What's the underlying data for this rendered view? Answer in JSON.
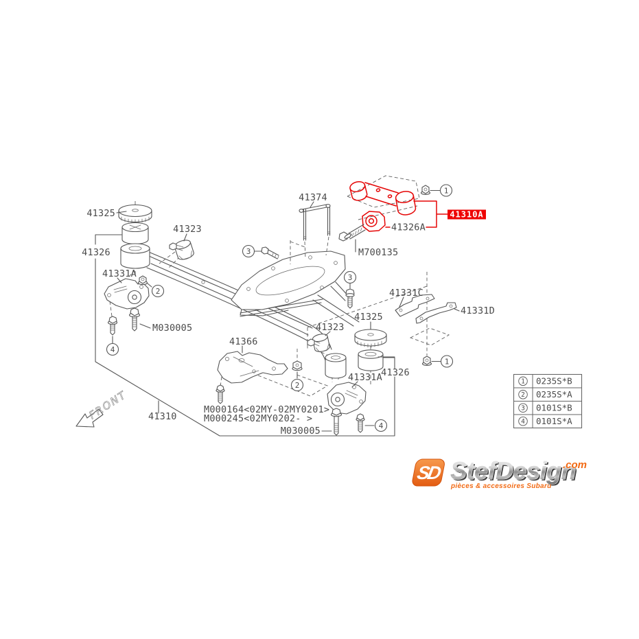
{
  "palette": {
    "line": "#555555",
    "text": "#4a4a4a",
    "highlight_red": "#ee0505",
    "logo_orange": "#f26a14"
  },
  "diagram": {
    "front_label": "FRONT",
    "labels": {
      "l41325_top": "41325",
      "l41323_top": "41323",
      "l41326_left": "41326",
      "l41331a_left": "41331A",
      "lm030005_left": "M030005",
      "l41374": "41374",
      "lm700135": "M700135",
      "l41310a": "41310A",
      "l41326a": "41326A",
      "l41331c": "41331C",
      "l41331d": "41331D",
      "l41325_right": "41325",
      "l41323_mid": "41323",
      "l41366": "41366",
      "l41326_right": "41326",
      "l41331a_right": "41331A",
      "lm000164": "M000164<02MY-02MY0201>",
      "lm000245": "M000245<02MY0202-     >",
      "lm030005_bottom": "M030005",
      "l41310": "41310"
    },
    "callouts": {
      "one": "1",
      "two": "2",
      "three": "3",
      "four": "4"
    }
  },
  "legend": {
    "rows": [
      {
        "num": "1",
        "code": "0235S*B"
      },
      {
        "num": "2",
        "code": "0235S*A"
      },
      {
        "num": "3",
        "code": "0101S*B"
      },
      {
        "num": "4",
        "code": "0101S*A"
      }
    ]
  },
  "logo": {
    "mark": "SD",
    "brand": "StefDesign",
    "tld": ".com",
    "tagline": "pièces & accessoires Subaru"
  }
}
